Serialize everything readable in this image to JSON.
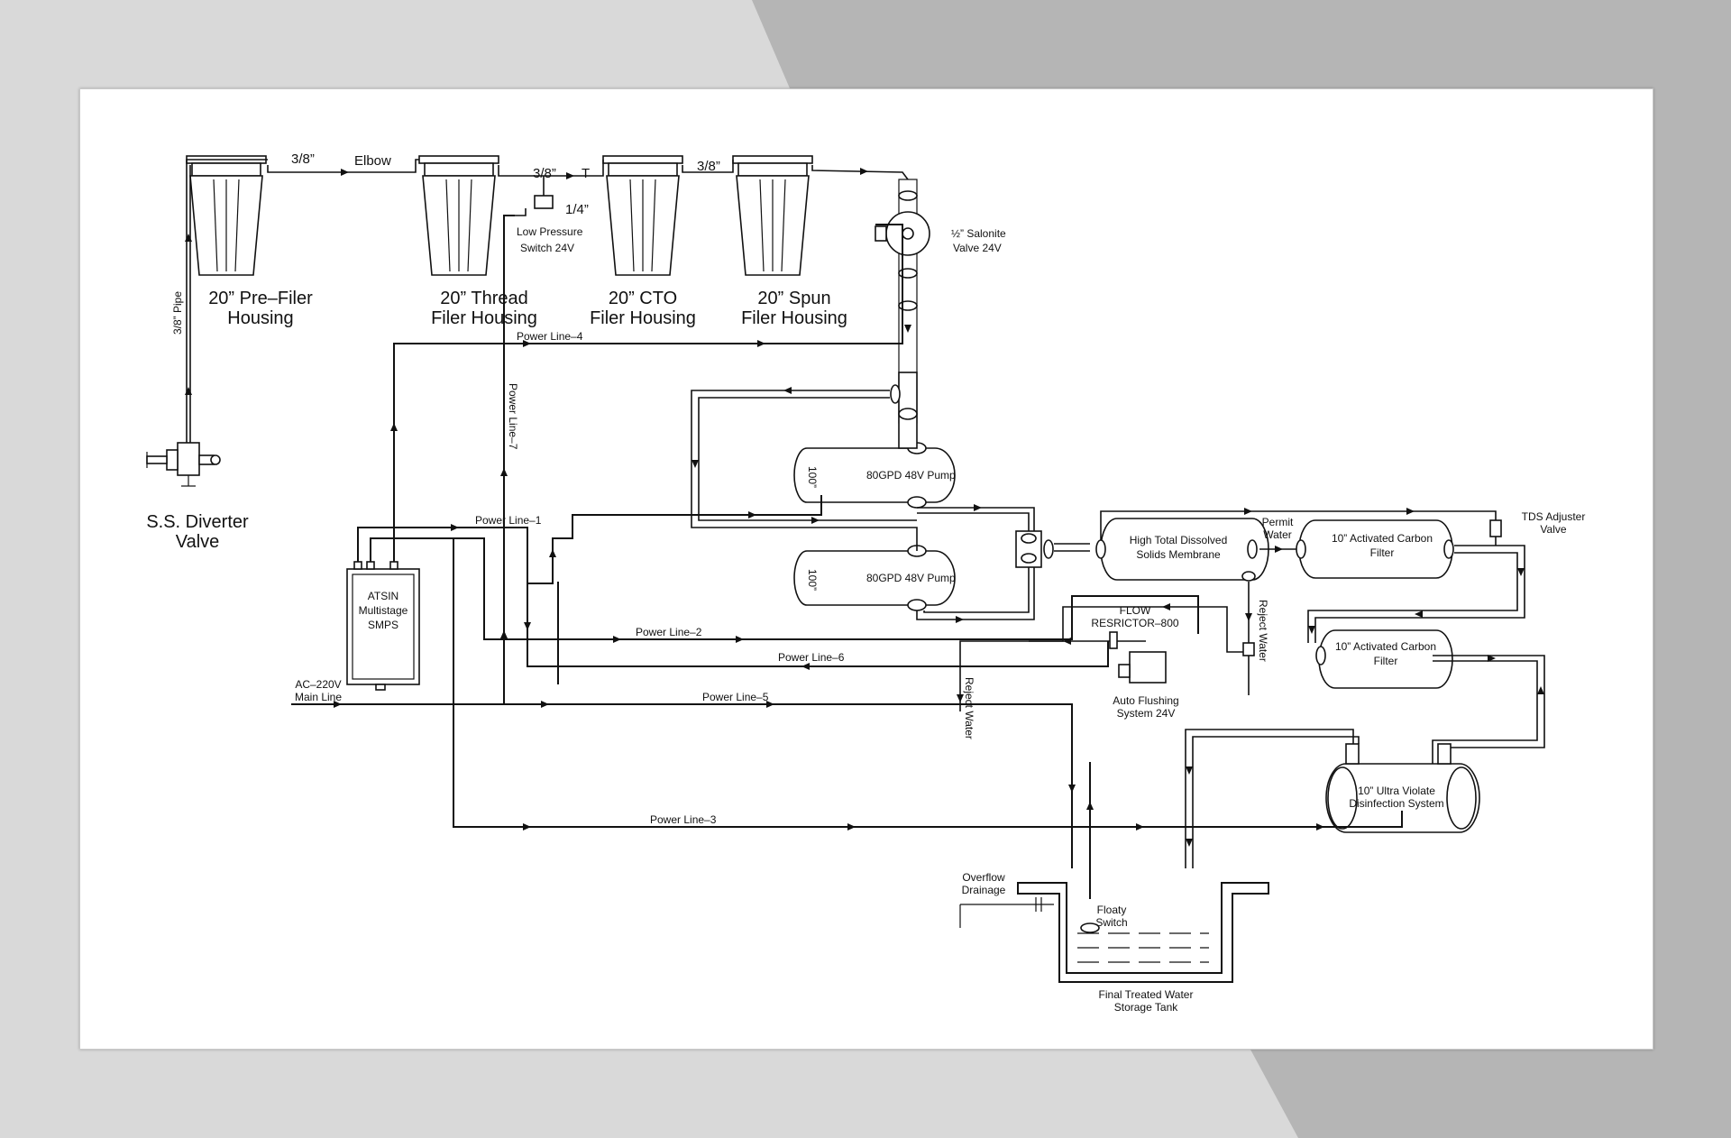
{
  "diagram": {
    "labels": {
      "pre_filter": "20” Pre–Filer",
      "pre_filter_2": "Housing",
      "thread": "20” Thread",
      "thread_2": "Filer Housing",
      "cto": "20” CTO",
      "cto_2": "Filer Housing",
      "spun": "20” Spun",
      "spun_2": "Filer Housing",
      "pipe_a": "3/8”",
      "elbow": "Elbow",
      "pipe_b": "3/8”",
      "tee": "T",
      "pipe_c": "3/8”",
      "pipe_d": "1/4”",
      "low_pressure": "Low Pressure",
      "low_pressure_2": "Switch 24V",
      "solenoid": "½” Salonite",
      "solenoid_2": "Valve 24V",
      "riser_pipe": "3/8” Pipe",
      "diverter": "S.S. Diverter",
      "diverter_2": "Valve",
      "pump1": "80GPD 48V Pump",
      "pump2": "80GPD 48V Pump",
      "pump_tag1": "100”",
      "pump_tag2": "100”",
      "smps": "ATSIN",
      "smps_2": "Multistage",
      "smps_3": "SMPS",
      "mains": "AC–220V",
      "mains_2": "Main Line",
      "pl1": "Power Line–1",
      "pl2": "Power Line–2",
      "pl3": "Power Line–3",
      "pl4": "Power Line–4",
      "pl5": "Power Line–5",
      "pl6": "Power Line–6",
      "pl7": "Power Line–7",
      "membrane": "High Total Dissolved",
      "membrane_2": "Solids Membrane",
      "permit": "Permit",
      "permit_2": "Water",
      "carbon1": "10” Activated Carbon",
      "carbon1_2": "Filter",
      "carbon2": "10” Activated Carbon",
      "carbon2_2": "Filter",
      "tds": "TDS Adjuster",
      "tds_2": "Valve",
      "reject1": "Reject Water",
      "reject2": "Reject Water",
      "flow_res": "FLOW",
      "flow_res_2": "RESRICTOR–800",
      "auto_flush": "Auto Flushing",
      "auto_flush_2": "System 24V",
      "uv": "10” Ultra Violate",
      "uv_2": "Disinfection System",
      "overflow": "Overflow",
      "overflow_2": "Drainage",
      "floaty": "Floaty",
      "floaty_2": "Switch",
      "tank": "Final Treated Water",
      "tank_2": "Storage Tank"
    }
  }
}
